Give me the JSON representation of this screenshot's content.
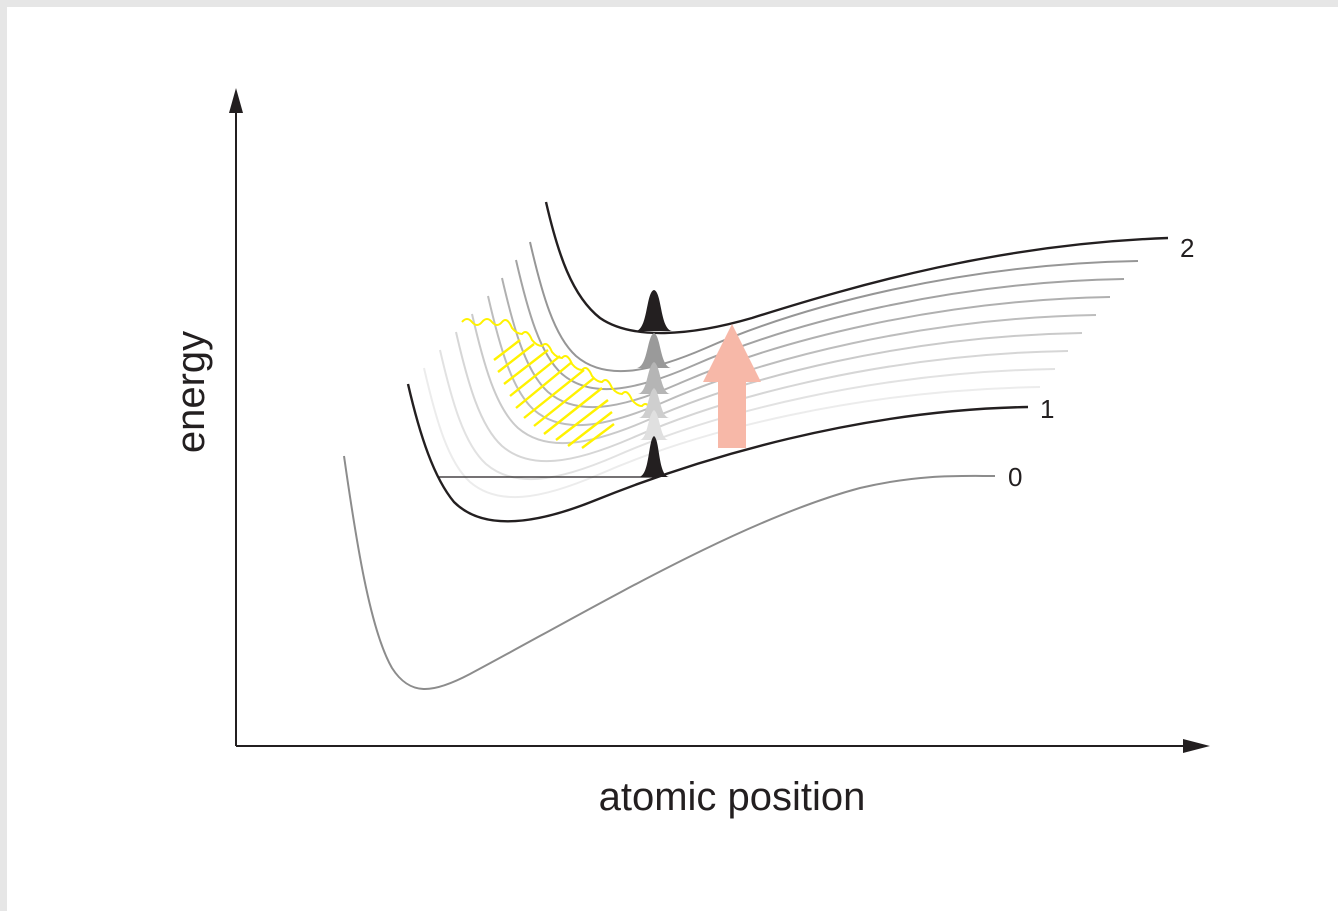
{
  "axes": {
    "x_label": "atomic position",
    "y_label": "energy"
  },
  "curves": [
    {
      "label": "0",
      "name": "potential-curve-0"
    },
    {
      "label": "1",
      "name": "potential-curve-1"
    },
    {
      "label": "2",
      "name": "potential-curve-2"
    }
  ],
  "colors": {
    "axis": "#231f20",
    "curve_0": "#8c8c8c",
    "curve_1": "#231f20",
    "curve_2": "#231f20",
    "laser": "#fff200",
    "arrow": "#f7b8a8",
    "wavepacket": "#231f20"
  }
}
